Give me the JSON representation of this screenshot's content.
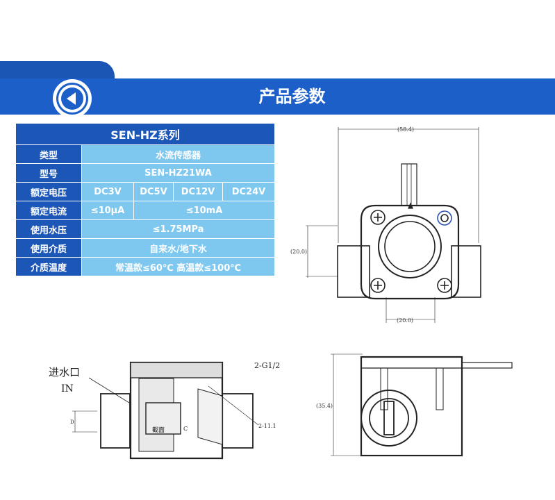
{
  "banner": {
    "title": "产品参数"
  },
  "table": {
    "header": "SEN-HZ系列",
    "rows": {
      "type": {
        "label": "类型",
        "value": "水流传感器"
      },
      "model": {
        "label": "型号",
        "value": "SEN-HZ21WA"
      },
      "voltage": {
        "label": "额定电压",
        "values": [
          "DC3V",
          "DC5V",
          "DC12V",
          "DC24V"
        ]
      },
      "current": {
        "label": "额定电流",
        "values": [
          "≤10μA",
          "≤10mA"
        ]
      },
      "pressure": {
        "label": "使用水压",
        "value": "≤1.75MPa"
      },
      "medium": {
        "label": "使用介质",
        "value": "自来水/地下水"
      },
      "temp": {
        "label": "介质温度",
        "value": "常温款≤60℃ 高温款≤100℃"
      }
    }
  },
  "drawings": {
    "top": {
      "width": "(58.4)",
      "height": "(20.0)",
      "bottom": "(20.0)"
    },
    "section": {
      "inlet_cn": "进水口",
      "inlet_en": "IN",
      "thread": "2-G1/2",
      "d": "D",
      "section": "截面",
      "c": "C",
      "dim": "2-11.1"
    },
    "side": {
      "height": "(35.4)"
    }
  }
}
